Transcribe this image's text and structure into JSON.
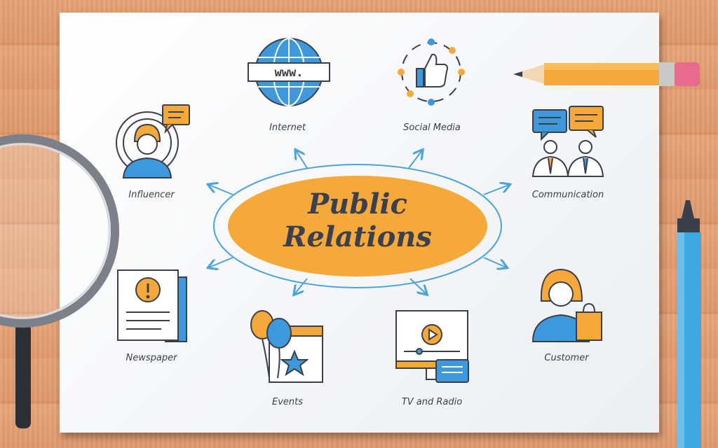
{
  "diagram": {
    "center": {
      "line1": "Public",
      "line2": "Relations"
    },
    "nodes": [
      {
        "id": "internet",
        "label": "Internet",
        "icon": "globe-icon",
        "badge": "www."
      },
      {
        "id": "social",
        "label": "Social Media",
        "icon": "thumbs-up-icon"
      },
      {
        "id": "communication",
        "label": "Communication",
        "icon": "speech-bubbles-icon"
      },
      {
        "id": "customer",
        "label": "Customer",
        "icon": "shopping-woman-icon"
      },
      {
        "id": "tv",
        "label": "TV and Radio",
        "icon": "tv-radio-icon"
      },
      {
        "id": "events",
        "label": "Events",
        "icon": "calendar-balloons-icon"
      },
      {
        "id": "newspaper",
        "label": "Newspaper",
        "icon": "newspaper-icon"
      },
      {
        "id": "influencer",
        "label": "Influencer",
        "icon": "influencer-icon"
      }
    ]
  },
  "colors": {
    "accent_blue": "#3d98dc",
    "accent_orange": "#f4a93a",
    "outline": "#3b3f4a"
  }
}
